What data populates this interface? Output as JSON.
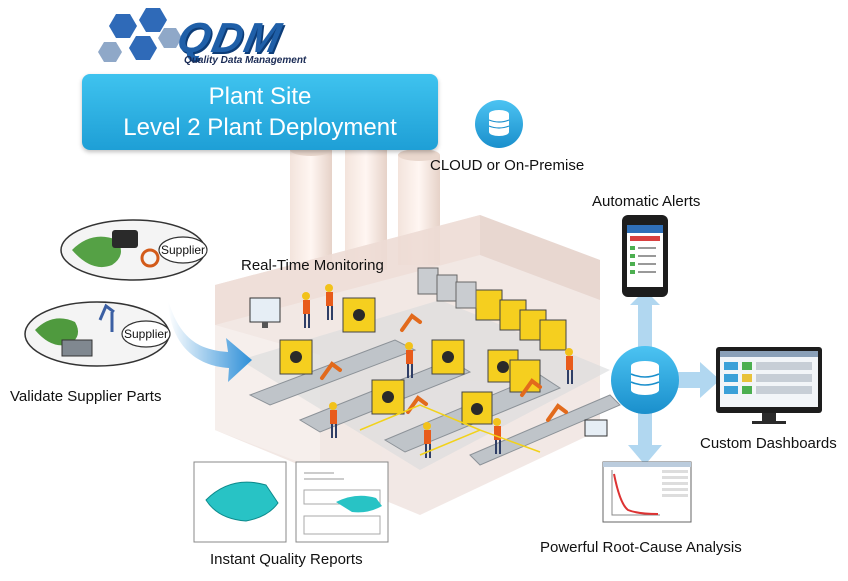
{
  "logo": {
    "brand": "QDM",
    "tagline": "Quality Data Management"
  },
  "banner": {
    "line1": "Plant Site",
    "line2": "Level 2 Plant Deployment"
  },
  "labels": {
    "cloud": "CLOUD or On-Premise",
    "alerts": "Automatic Alerts",
    "monitoring": "Real-Time Monitoring",
    "validate": "Validate Supplier Parts",
    "dashboards": "Custom Dashboards",
    "reports": "Instant Quality Reports",
    "root_cause": "Powerful Root-Cause Analysis"
  },
  "suppliers": [
    {
      "label": "Supplier"
    },
    {
      "label": "Supplier"
    }
  ],
  "colors": {
    "banner": "#29b4e8",
    "database": "#1fa8e0",
    "arrow": "#a9d3ef",
    "factory": "#efe3de"
  }
}
